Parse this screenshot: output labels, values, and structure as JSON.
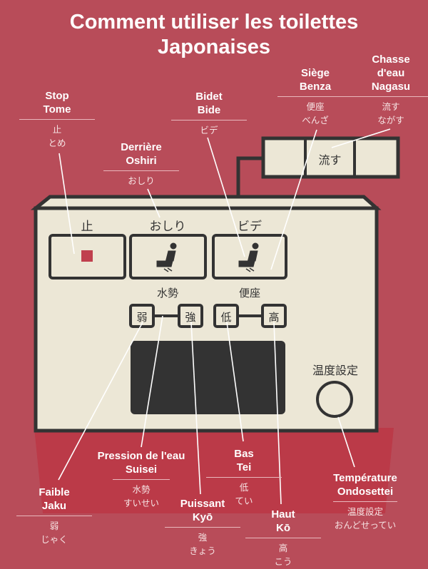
{
  "title": [
    "Comment utiliser les toilettes",
    "Japonaises"
  ],
  "panel": {
    "stop_label": "止",
    "oshiri_label": "おしり",
    "bidet_label": "ビデ",
    "pressure_label": "水勢",
    "seat_label": "便座",
    "weak_btn": "弱",
    "strong_btn": "強",
    "low_btn": "低",
    "high_btn": "高",
    "temp_label": "温度設定",
    "flush_label": "流す"
  },
  "labels": {
    "stop": {
      "en": [
        "Stop",
        "Tome"
      ],
      "jp": [
        "止",
        "とめ"
      ]
    },
    "oshiri": {
      "en": [
        "Derrière",
        "Oshiri"
      ],
      "jp": [
        "おしり"
      ]
    },
    "bidet": {
      "en": [
        "Bidet",
        "Bide"
      ],
      "jp": [
        "ビデ"
      ]
    },
    "seat": {
      "en": [
        "Siège",
        "Benza"
      ],
      "jp": [
        "便座",
        "べんざ"
      ]
    },
    "flush": {
      "en": [
        "Chasse",
        "d'eau",
        "Nagasu"
      ],
      "jp": [
        "流す",
        "ながす"
      ]
    },
    "pressure": {
      "en": [
        "Pression de l'eau",
        "Suisei"
      ],
      "jp": [
        "水勢",
        "すいせい"
      ]
    },
    "weak": {
      "en": [
        "Faible",
        "Jaku"
      ],
      "jp": [
        "弱",
        "じゃく"
      ]
    },
    "strong": {
      "en": [
        "Puissant",
        "Kyō"
      ],
      "jp": [
        "強",
        "きょう"
      ]
    },
    "low": {
      "en": [
        "Bas",
        "Tei"
      ],
      "jp": [
        "低",
        "てい"
      ]
    },
    "high": {
      "en": [
        "Haut",
        "Kō"
      ],
      "jp": [
        "高",
        "こう"
      ]
    },
    "temp": {
      "en": [
        "Température",
        "Ondosettei"
      ],
      "jp": [
        "温度設定",
        "おんどせってい"
      ]
    }
  },
  "colors": {
    "background": "#b84c59",
    "shadow": "#bb3a48",
    "panel": "#ece7d6",
    "outline": "#333333",
    "stop_square": "#c0404e"
  }
}
